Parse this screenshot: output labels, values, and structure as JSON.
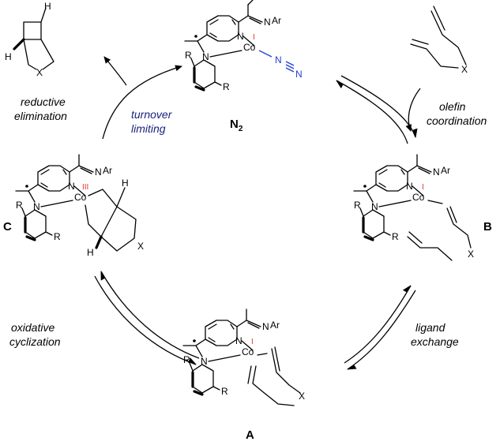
{
  "atoms": {
    "N": "N",
    "Ar": "Ar",
    "Co": "Co",
    "R": "R",
    "X": "X",
    "H": "H"
  },
  "oxidation_states": {
    "co_one": "I",
    "co_three": "III"
  },
  "n2_ligand": "N",
  "compounds": {
    "n2": "N",
    "n2_sub": "2",
    "A": "A",
    "B": "B",
    "C": "C"
  },
  "steps": {
    "olefin_1": "olefin",
    "olefin_2": "coordination",
    "ligand_1": "ligand",
    "ligand_2": "exchange",
    "oxidative_1": "oxidative",
    "oxidative_2": "cyclization",
    "reductive_1": "reductive",
    "reductive_2": "elimination",
    "turnover_1": "turnover",
    "turnover_2": "limiting"
  },
  "colors": {
    "oxidation_state": "#e8352b",
    "dinitrogen": "#1f3fd8",
    "turnover_label": "#1a237e"
  }
}
